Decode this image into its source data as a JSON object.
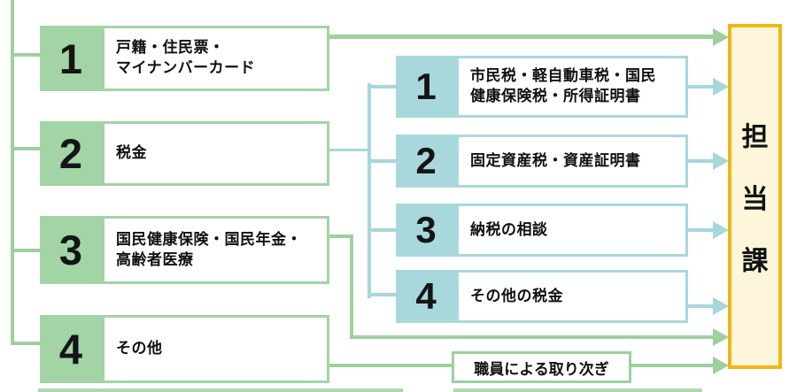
{
  "diagram_title": "reception-call-routing-flow",
  "left_menu": {
    "items": [
      {
        "number": "1",
        "lines": [
          "戸籍・住民票・",
          "マイナンバーカード"
        ]
      },
      {
        "number": "2",
        "lines": [
          "税金"
        ]
      },
      {
        "number": "3",
        "lines": [
          "国民健康保険・国民年金・",
          "高齢者医療"
        ]
      },
      {
        "number": "4",
        "lines": [
          "その他"
        ]
      }
    ]
  },
  "tax_submenu": {
    "items": [
      {
        "number": "1",
        "lines": [
          "市民税・軽自動車税・国民",
          "健康保険税・所得証明書"
        ]
      },
      {
        "number": "2",
        "lines": [
          "固定資産税・資産証明書"
        ]
      },
      {
        "number": "3",
        "lines": [
          "納税の相談"
        ]
      },
      {
        "number": "4",
        "lines": [
          "その他の税金"
        ]
      }
    ]
  },
  "relay": {
    "label": "職員による取り次ぎ"
  },
  "destination": {
    "label": "担当課",
    "chars": [
      "担",
      "当",
      "課"
    ]
  },
  "colors": {
    "green_line": "#9ecf9f",
    "green_square": "#a3d4a5",
    "teal_line": "#a6d7db",
    "teal_square": "#a8d8dc",
    "yellow_border": "#eeb714",
    "yellow_fill": "#fdf6da",
    "text": "#111111",
    "background": "#ffffff"
  }
}
